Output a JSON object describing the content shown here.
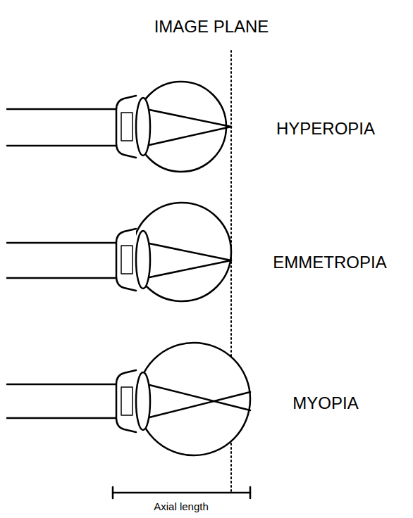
{
  "diagram": {
    "labels": [
      "IMAGE PLANE",
      "HYPEROPIA",
      "EMMETROPIA",
      "MYOPIA",
      "Axial length"
    ]
  }
}
